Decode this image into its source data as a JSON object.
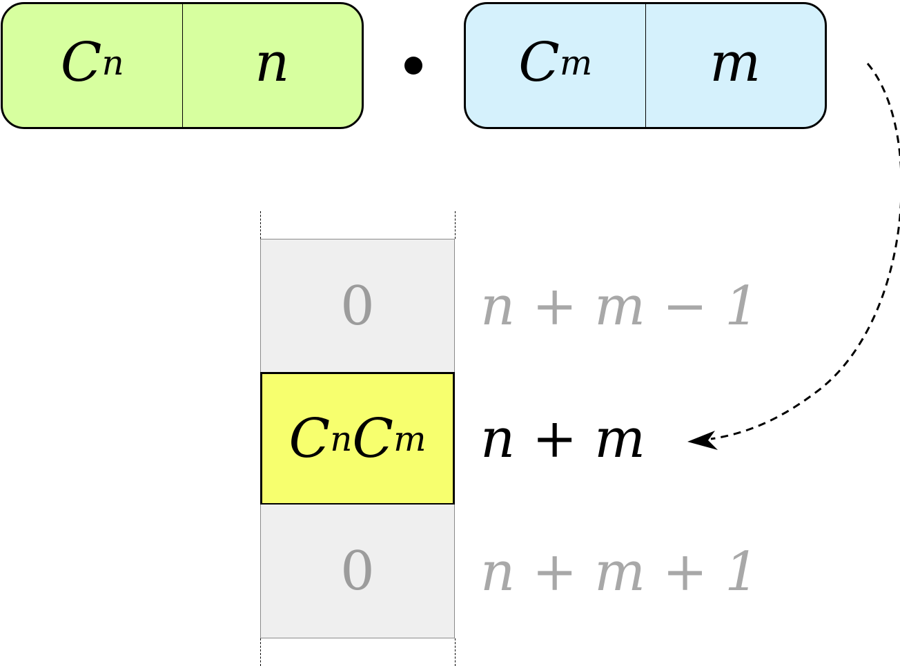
{
  "operands": {
    "left": {
      "coefficient_base": "C",
      "coefficient_sub": "n",
      "index": "n",
      "fill_color": "#d7ff9f"
    },
    "operator_symbol": "dot",
    "right": {
      "coefficient_base": "C",
      "coefficient_sub": "m",
      "index": "m",
      "fill_color": "#d5f1fc"
    }
  },
  "memory": {
    "cells": [
      {
        "value": "0",
        "address": "n + m − 1",
        "state": "inactive"
      },
      {
        "value_parts": [
          "C",
          "n",
          "C",
          "m"
        ],
        "address": "n + m",
        "state": "active",
        "fill_color": "#f7ff6e"
      },
      {
        "value": "0",
        "address": "n + m + 1",
        "state": "inactive"
      }
    ],
    "inactive_fill_color": "#efefef",
    "inactive_text_color": "#a8a8a8"
  },
  "arrow": {
    "style": "dashed",
    "from": "right-operand",
    "to": "address n + m"
  }
}
